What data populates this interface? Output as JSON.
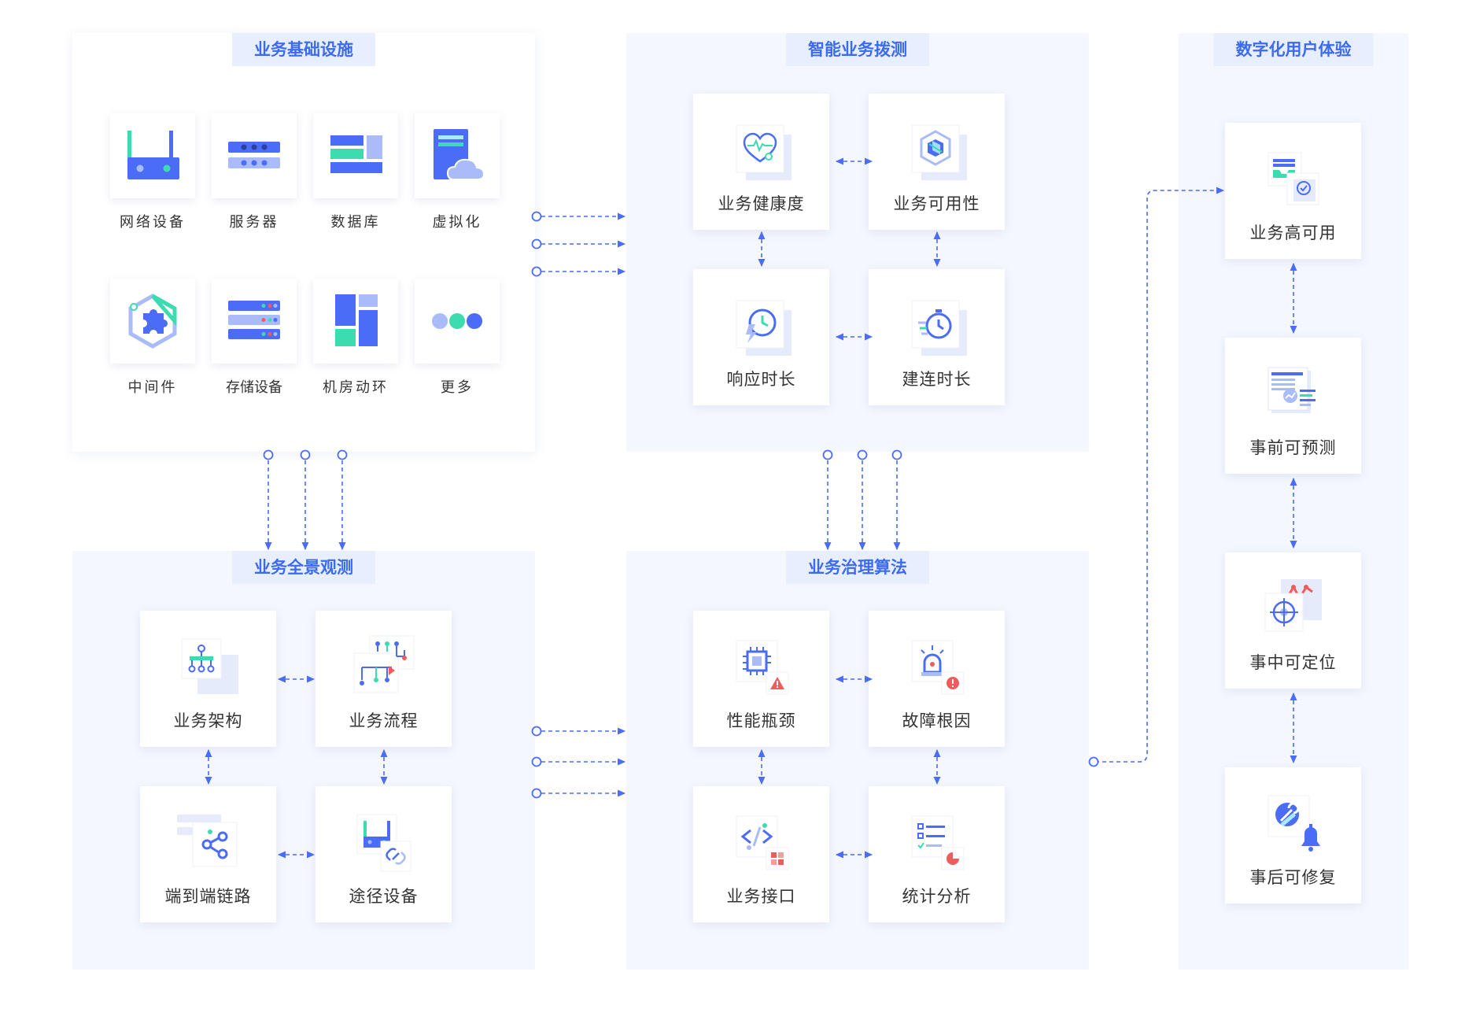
{
  "panels": {
    "infra": {
      "title": "业务基础设施"
    },
    "probe": {
      "title": "智能业务拨测"
    },
    "digital": {
      "title": "数字化用户体验"
    },
    "panorama": {
      "title": "业务全景观测"
    },
    "governance": {
      "title": "业务治理算法"
    }
  },
  "infra_items": [
    {
      "label": "网络设备",
      "icon": "router-icon"
    },
    {
      "label": "服务器",
      "icon": "server-icon"
    },
    {
      "label": "数据库",
      "icon": "database-icon"
    },
    {
      "label": "虚拟化",
      "icon": "cloud-server-icon"
    },
    {
      "label": "中间件",
      "icon": "puzzle-icon"
    },
    {
      "label": "存储设备",
      "icon": "storage-icon"
    },
    {
      "label": "机房动环",
      "icon": "datacenter-icon"
    },
    {
      "label": "更多",
      "icon": "more-dots-icon"
    }
  ],
  "probe_items": [
    {
      "label": "业务健康度",
      "icon": "heart-pulse-icon"
    },
    {
      "label": "业务可用性",
      "icon": "cube-icon"
    },
    {
      "label": "响应时长",
      "icon": "clock-bolt-icon"
    },
    {
      "label": "建连时长",
      "icon": "stopwatch-icon"
    }
  ],
  "panorama_items": [
    {
      "label": "业务架构",
      "icon": "org-chart-icon"
    },
    {
      "label": "业务流程",
      "icon": "flow-tree-icon"
    },
    {
      "label": "端到端链路",
      "icon": "share-nodes-icon"
    },
    {
      "label": "途径设备",
      "icon": "device-link-icon"
    }
  ],
  "governance_items": [
    {
      "label": "性能瓶颈",
      "icon": "chip-warning-icon"
    },
    {
      "label": "故障根因",
      "icon": "alarm-light-icon"
    },
    {
      "label": "业务接口",
      "icon": "api-code-icon"
    },
    {
      "label": "统计分析",
      "icon": "list-chart-icon"
    }
  ],
  "digital_items": [
    {
      "label": "业务高可用",
      "icon": "inbox-check-icon"
    },
    {
      "label": "事前可预测",
      "icon": "forecast-chart-icon"
    },
    {
      "label": "事中可定位",
      "icon": "target-trend-icon"
    },
    {
      "label": "事后可修复",
      "icon": "wrench-bell-icon"
    }
  ],
  "colors": {
    "accent": "#3d6bf0",
    "primary_blue": "#4a6cf7",
    "light_blue": "#a9bbf8",
    "teal": "#3ddbb0",
    "red": "#f25b5b",
    "panel_bg": "#f4f7fe",
    "title_bg": "#e7eefd",
    "connector": "#4a6cf7"
  }
}
